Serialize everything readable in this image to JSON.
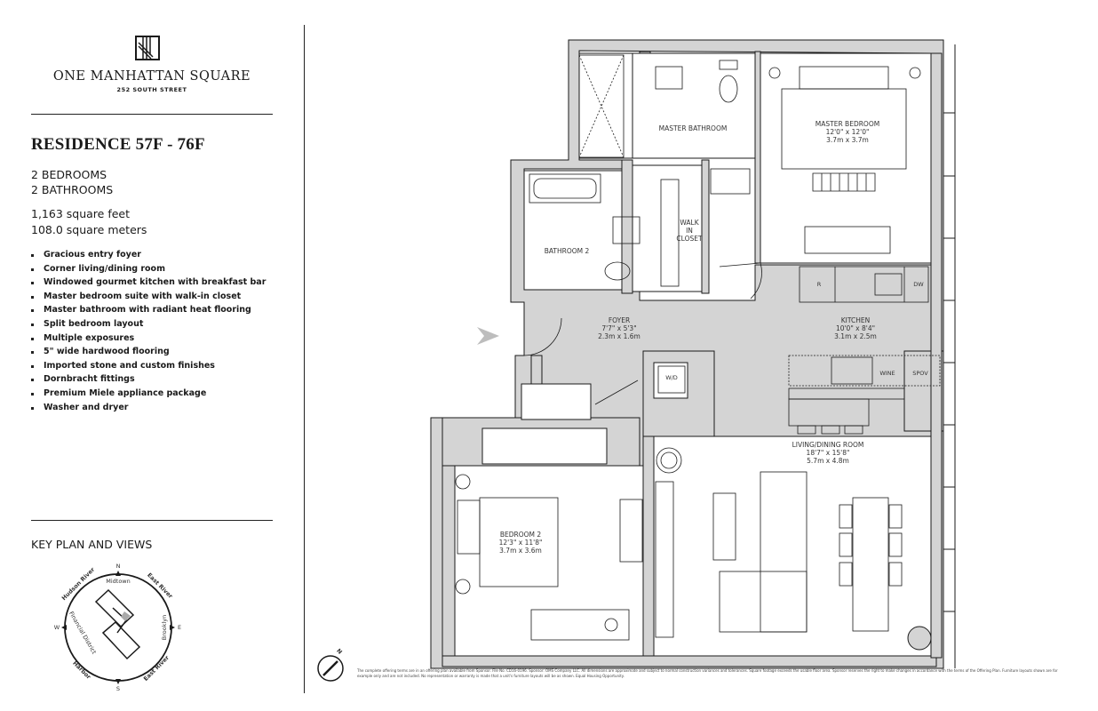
{
  "brand": {
    "name": "ONE MANHATTAN SQUARE",
    "address": "252 SOUTH STREET",
    "logo_icon": "building-logo-icon"
  },
  "residence": {
    "title": "RESIDENCE 57F - 76F",
    "bedrooms": "2 BEDROOMS",
    "bathrooms": "2 BATHROOMS",
    "sqft": "1,163 square feet",
    "sqm": "108.0 square meters"
  },
  "features": [
    "Gracious entry foyer",
    "Corner living/dining room",
    "Windowed gourmet kitchen with breakfast bar",
    "Master bedroom suite with walk-in closet",
    "Master bathroom with radiant heat flooring",
    "Split bedroom layout",
    "Multiple exposures",
    "5\" wide hardwood flooring",
    "Imported stone and custom finishes",
    "Dornbracht fittings",
    "Premium Miele appliance package",
    "Washer and dryer"
  ],
  "keyplan": {
    "title": "KEY PLAN AND VIEWS",
    "compass": {
      "n": "N",
      "s": "S",
      "e": "E",
      "w": "W"
    },
    "views": [
      "Hudson River",
      "East River",
      "Midtown",
      "Brooklyn",
      "Financial District",
      "Harbor",
      "East River"
    ]
  },
  "rooms": {
    "master_bathroom": {
      "name": "MASTER BATHROOM"
    },
    "master_bedroom": {
      "name": "MASTER BEDROOM",
      "imperial": "12'0\" x 12'0\"",
      "metric": "3.7m x 3.7m"
    },
    "bathroom2": {
      "name": "BATHROOM 2"
    },
    "walk_in_closet": {
      "name": "WALK IN CLOSET",
      "l1": "WALK",
      "l2": "IN",
      "l3": "CLOSET"
    },
    "foyer": {
      "name": "FOYER",
      "imperial": "7'7\" x 5'3\"",
      "metric": "2.3m x 1.6m"
    },
    "kitchen": {
      "name": "KITCHEN",
      "imperial": "10'0\" x 8'4\"",
      "metric": "3.1m x 2.5m"
    },
    "living": {
      "name": "LIVING/DINING ROOM",
      "imperial": "18'7\" x 15'8\"",
      "metric": "5.7m x 4.8m"
    },
    "bedroom2": {
      "name": "BEDROOM 2",
      "imperial": "12'3\" x 11'8\"",
      "metric": "3.7m x 3.6m"
    }
  },
  "appliances": {
    "fridge": "R",
    "dishwasher": "DW",
    "washer_dryer": "W/D",
    "wine": "WINE",
    "speed_oven": "SPOV"
  },
  "north_label": "N",
  "disclaimer": "The complete offering terms are in an offering plan available from Sponsor. File No. CD16-0196. Sponsor: OMS Company LLC. All dimensions are approximate and subject to normal construction variances and tolerances. Square footage exceeds the usable floor area. Sponsor reserves the right to make changes in accordance with the terms of the Offering Plan. Furniture layouts shown are for example only and are not included. No representation or warranty is made that a unit's furniture layouts will be as shown. Equal Housing Opportunity.",
  "colors": {
    "wall_fill": "#d4d4d4",
    "line": "#1a1a1a",
    "entry_arrow": "#bdbdbd"
  }
}
